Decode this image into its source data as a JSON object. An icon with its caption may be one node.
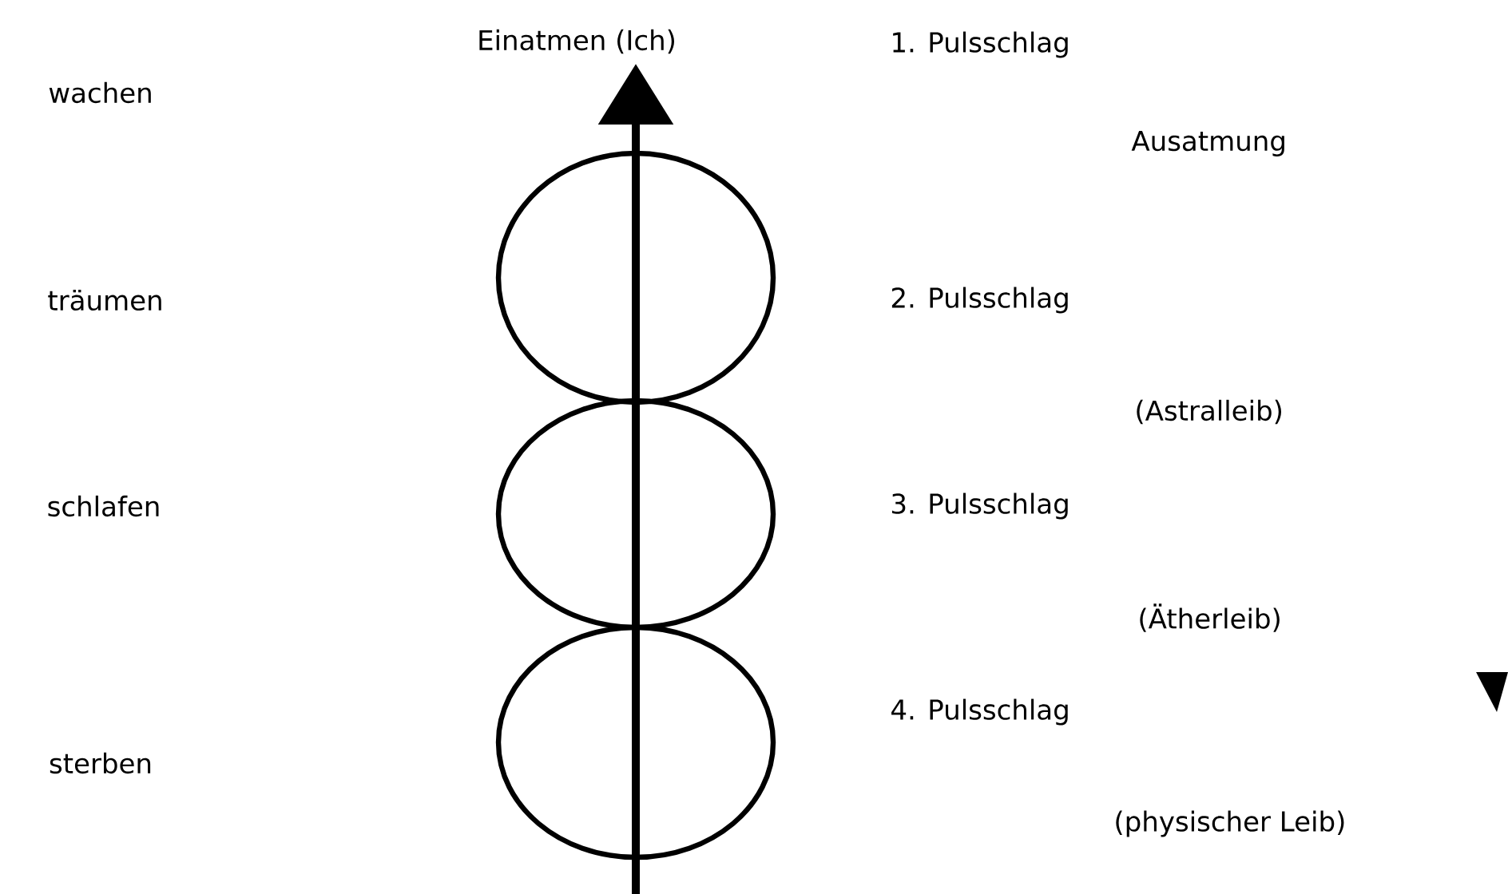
{
  "diagram": {
    "labels": [
      "Einatmen (Ich)",
      "1. Pulsschlag",
      "wachen",
      "Ausatmung",
      "träumen",
      "2. Pulsschlag",
      "(Astralleib)",
      "schlafen",
      "3. Pulsschlag",
      "(Ätherleib)",
      "4. Pulsschlag",
      "sterben",
      "(physischer Leib)"
    ]
  }
}
